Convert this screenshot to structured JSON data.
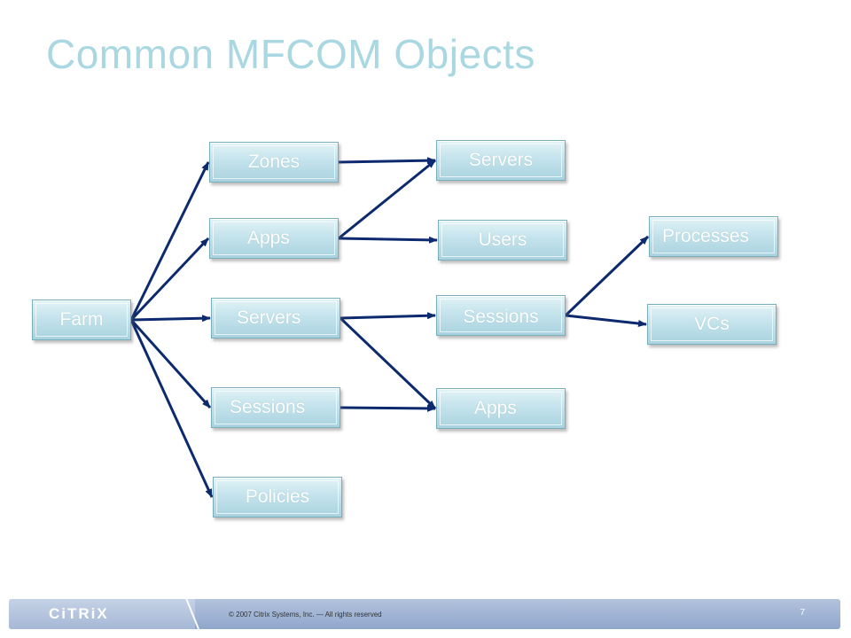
{
  "slide": {
    "title": "Common MFCOM Objects",
    "footer": {
      "logo": "CiTRiX",
      "copyright": "© 2007 Citrix Systems, Inc. — All rights reserved",
      "page_number": "7"
    }
  },
  "colors": {
    "title": "#a9d8e2",
    "node_fill": "#c4e3ec",
    "node_border": "#7aaebb",
    "node_text": "#ffffff",
    "edge": "#0d2a6e",
    "footer_bar": "#9fb3d4"
  },
  "nodes": {
    "farm": "Farm",
    "zones": "Zones",
    "apps": "Apps",
    "servers": "Servers",
    "sessions": "Sessions",
    "policies": "Policies",
    "servers2": "Servers",
    "users2": "Users",
    "sessions2": "Sessions",
    "apps2": "Apps",
    "processes": "Processes",
    "vcs": "VCs"
  },
  "edges": [
    {
      "from": "farm",
      "to": "zones"
    },
    {
      "from": "farm",
      "to": "apps"
    },
    {
      "from": "farm",
      "to": "servers"
    },
    {
      "from": "farm",
      "to": "sessions"
    },
    {
      "from": "farm",
      "to": "policies"
    },
    {
      "from": "zones",
      "to": "servers2"
    },
    {
      "from": "apps",
      "to": "servers2"
    },
    {
      "from": "apps",
      "to": "users2"
    },
    {
      "from": "servers",
      "to": "sessions2"
    },
    {
      "from": "servers",
      "to": "apps2"
    },
    {
      "from": "sessions",
      "to": "apps2"
    },
    {
      "from": "sessions2",
      "to": "processes"
    },
    {
      "from": "sessions2",
      "to": "vcs"
    }
  ]
}
